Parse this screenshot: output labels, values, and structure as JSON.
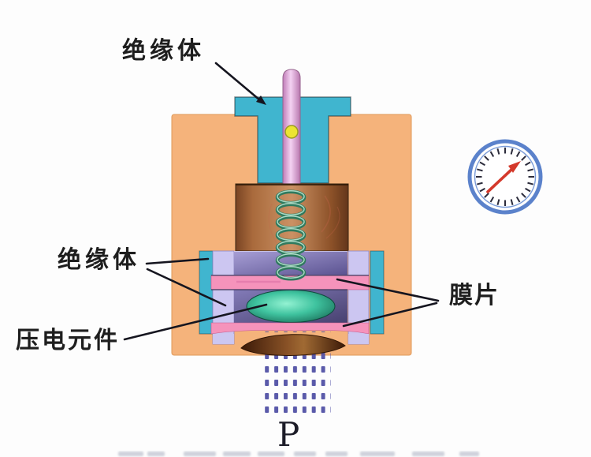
{
  "figure": {
    "labels": {
      "insulator_top": "绝缘体",
      "insulator_left": "绝缘体",
      "piezo_element": "压电元件",
      "diaphragm": "膜片",
      "pressure_symbol": "P"
    },
    "icons": {
      "gauge": "pressure-gauge-icon"
    },
    "palette": {
      "body_orange": "#f5b37b",
      "insulator_cyan": "#40b5cf",
      "insulator_lavender": "#ccc6f1",
      "membrane_pink": "#f593bb",
      "rod_pink": "#eebbe8",
      "contact_dot_yellow": "#ece431",
      "mass_block_brown": "#c08a5c",
      "spring_teal": "#2f7a5e",
      "inner_purple": "#6b63a2",
      "piezo_green": "#44c5a0",
      "diaphragm_brown": "#6b3a18",
      "pressure_dots_indigo": "#4c4ca3",
      "gauge_ring_blue": "#5b82cb",
      "gauge_needle_red": "#d4392b",
      "leader_line": "#15151f"
    }
  }
}
